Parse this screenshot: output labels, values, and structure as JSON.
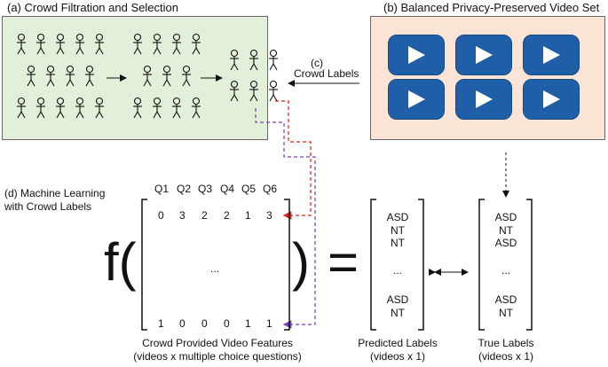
{
  "panel_a": {
    "title": "(a) Crowd Filtration and Selection"
  },
  "panel_b": {
    "title": "(b) Balanced Privacy-Preserved Video Set"
  },
  "panel_c": {
    "tag": "(c)",
    "label": "Crowd Labels"
  },
  "panel_d": {
    "title_line1": "(d) Machine Learning",
    "title_line2": "with Crowd Labels"
  },
  "questions": [
    "Q1",
    "Q2",
    "Q3",
    "Q4",
    "Q5",
    "Q6"
  ],
  "matrix": {
    "first_row": [
      "0",
      "3",
      "2",
      "2",
      "1",
      "3"
    ],
    "ellipsis": "...",
    "last_row": [
      "1",
      "0",
      "0",
      "0",
      "1",
      "1"
    ],
    "caption_line1": "Crowd Provided Video Features",
    "caption_line2": "(videos x multiple choice questions)"
  },
  "equation": {
    "func": "f(",
    "close": ")",
    "equals": "="
  },
  "predicted": {
    "top": [
      "ASD",
      "NT",
      "NT"
    ],
    "ellipsis": "...",
    "bottom": [
      "ASD",
      "NT"
    ],
    "caption_line1": "Predicted Labels",
    "caption_line2": "(videos x 1)"
  },
  "true_labels": {
    "top": [
      "ASD",
      "NT",
      "ASD"
    ],
    "ellipsis": "...",
    "bottom": [
      "ASD",
      "NT"
    ],
    "caption_line1": "True Labels",
    "caption_line2": "(videos x 1)"
  },
  "colors": {
    "panel_a_bg": "#e2efd9",
    "panel_b_bg": "#fbe4d5",
    "video_icon": "#1f5fa7",
    "red_arrow": "#e0201b",
    "purple_arrow": "#7b3fb3"
  }
}
